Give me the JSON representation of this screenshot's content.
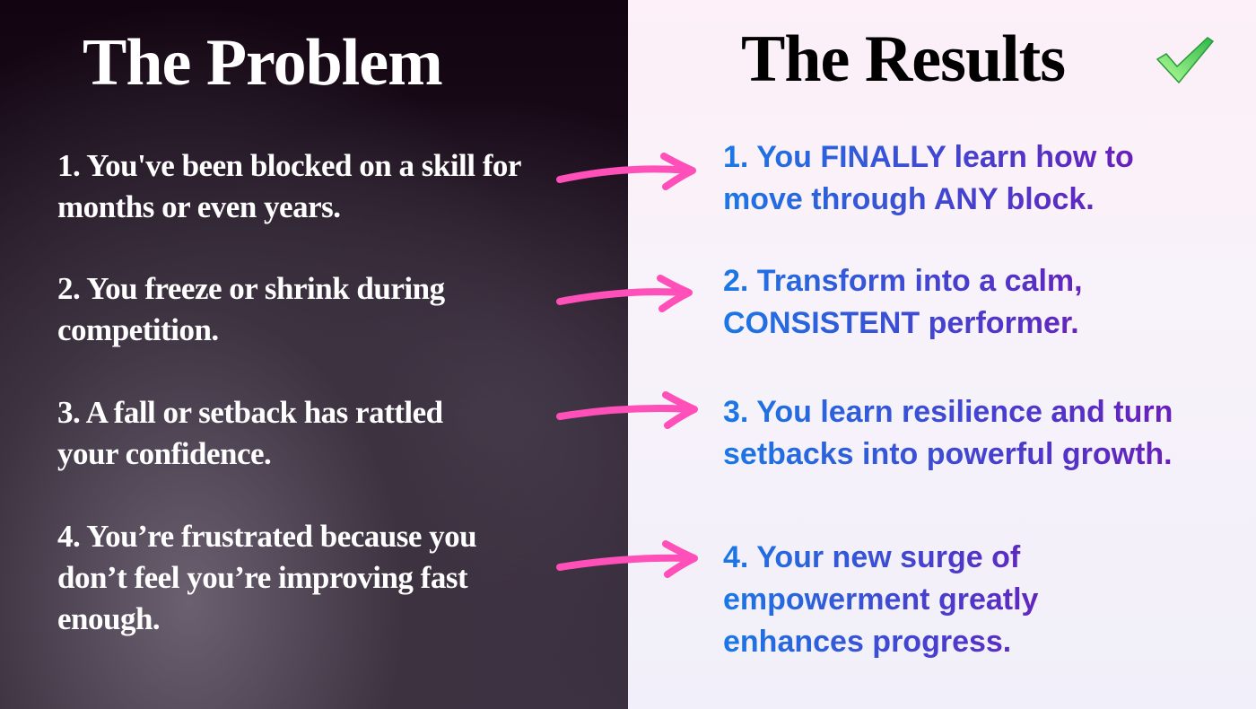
{
  "problem": {
    "title": "The Problem",
    "items": [
      "1. You've been blocked on a skill for months or even years.",
      "2. You freeze or shrink during competition.",
      "3. A fall or setback has rattled your confidence.",
      "4. You’re frustrated because you don’t feel you’re improving fast enough."
    ]
  },
  "results": {
    "title": "The Results",
    "check_icon": "green-checkmark",
    "items": [
      "1. You FINALLY learn how to move through ANY block.",
      "2. Transform into a calm, CONSISTENT performer.",
      "3. You learn resilience and turn setbacks into powerful growth.",
      "4. Your new surge of empowerment greatly enhances progress."
    ]
  },
  "colors": {
    "arrow": "#ff4fb8",
    "text_start": "#1a78e6",
    "text_end": "#7a10b0"
  }
}
